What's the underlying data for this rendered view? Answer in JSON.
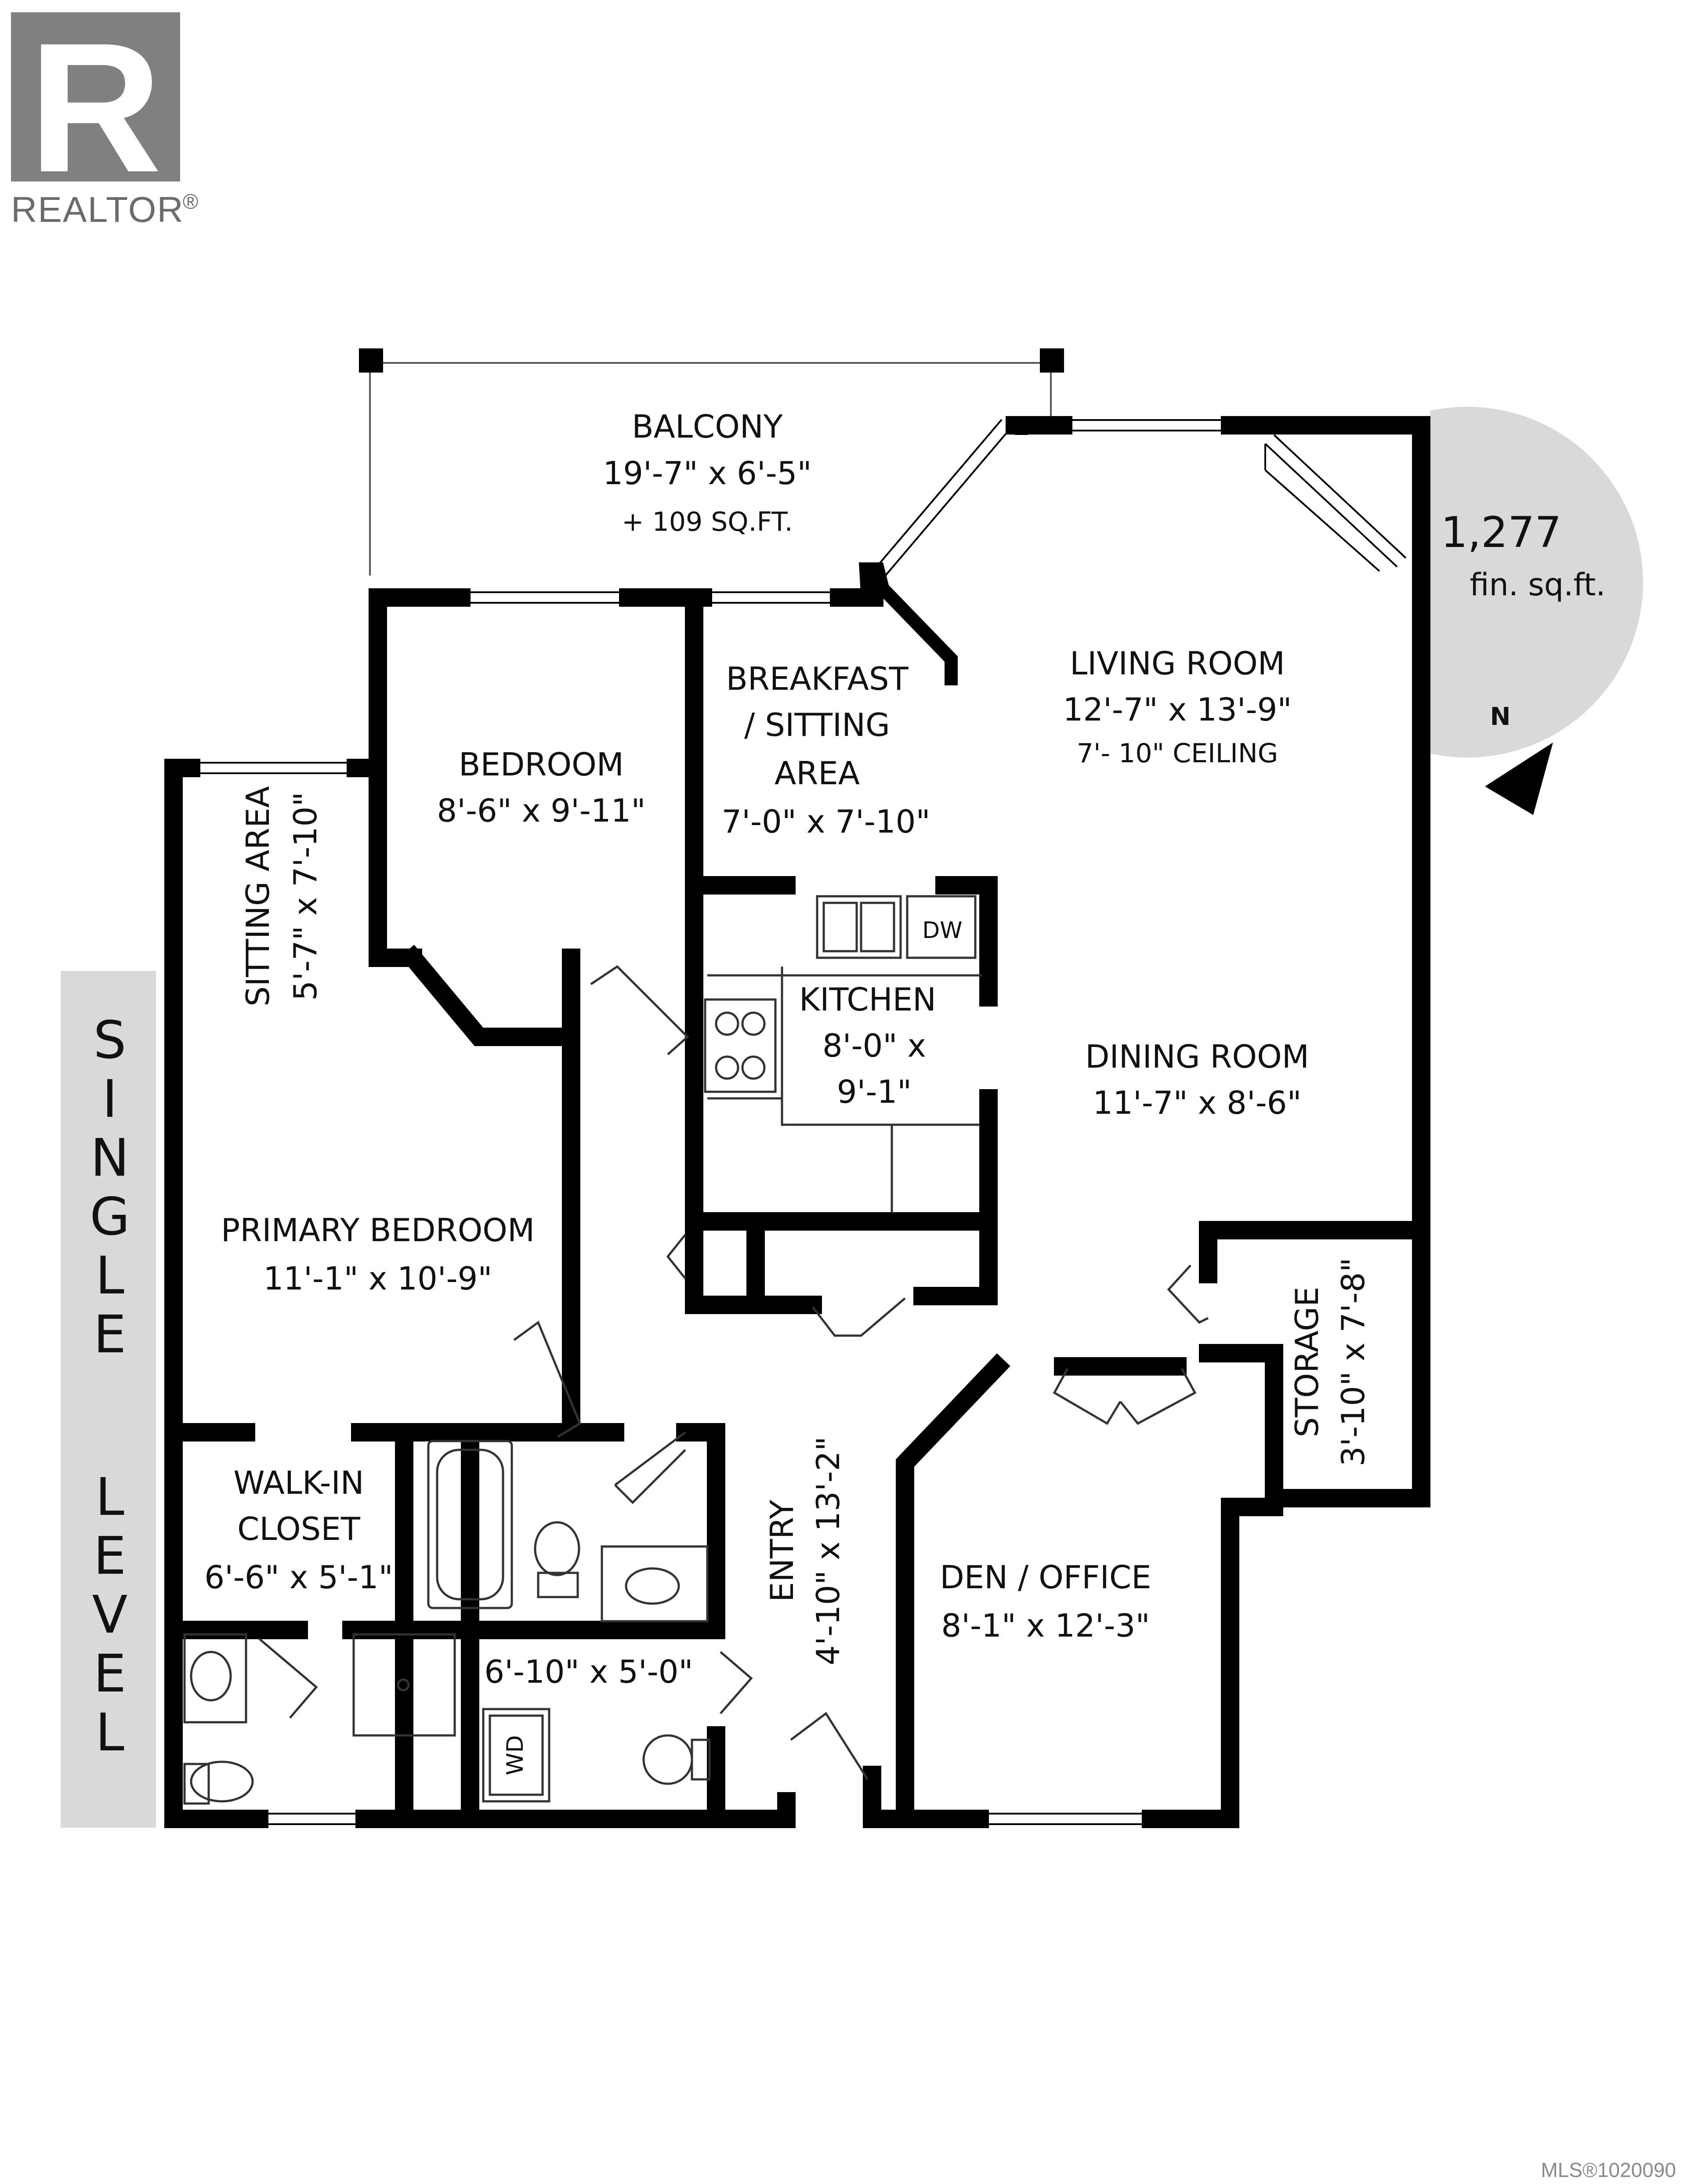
{
  "branding": {
    "logo_letter": "R",
    "logo_word": "REALTOR",
    "registered_mark": "®",
    "mls_id": "MLS®1020090"
  },
  "level_banner": {
    "word1": [
      "S",
      "I",
      "N",
      "G",
      "L",
      "E"
    ],
    "word2": [
      "L",
      "E",
      "V",
      "E",
      "L"
    ]
  },
  "area_badge": {
    "value": "1,277",
    "unit": "fin. sq.ft.",
    "north": "N"
  },
  "colors": {
    "wall": "#000000",
    "fixture": "#333333",
    "badge": "#d9d9d9",
    "banner": "#d9d9d9",
    "logo": "#808080"
  },
  "rooms": {
    "balcony": {
      "name": "BALCONY",
      "dims": "19'-7\" x 6'-5\"",
      "extra": "+ 109 SQ.FT."
    },
    "living_room": {
      "name": "LIVING ROOM",
      "dims": "12'-7\" x 13'-9\"",
      "extra": "7'- 10\" CEILING"
    },
    "breakfast": {
      "line1": "BREAKFAST",
      "line2": "/ SITTING",
      "line3": "AREA",
      "dims": "7'-0\" x 7'-10\""
    },
    "bedroom": {
      "name": "BEDROOM",
      "dims": "8'-6\" x 9'-11\""
    },
    "sitting_area": {
      "name": "SITTING AREA",
      "dims": "5'-7\" x 7'-10\""
    },
    "kitchen": {
      "name": "KITCHEN",
      "dims1": "8'-0\" x",
      "dims2": "9'-1\"",
      "dw": "DW"
    },
    "dining_room": {
      "name": "DINING ROOM",
      "dims": "11'-7\" x 8'-6\""
    },
    "primary_bedroom": {
      "name": "PRIMARY BEDROOM",
      "dims": "11'-1\" x 10'-9\""
    },
    "storage": {
      "name": "STORAGE",
      "dims": "3'-10\" x 7'-8\""
    },
    "walk_in_closet": {
      "line1": "WALK-IN",
      "line2": "CLOSET",
      "dims": "6'-6\" x 5'-1\""
    },
    "entry": {
      "name": "ENTRY",
      "dims": "4'-10\" x 13'-2\""
    },
    "den_office": {
      "name": "DEN / OFFICE",
      "dims": "8'-1\" x 12'-3\""
    },
    "laundry": {
      "dims": "6'-10\" x 5'-0\"",
      "wd": "WD"
    }
  }
}
